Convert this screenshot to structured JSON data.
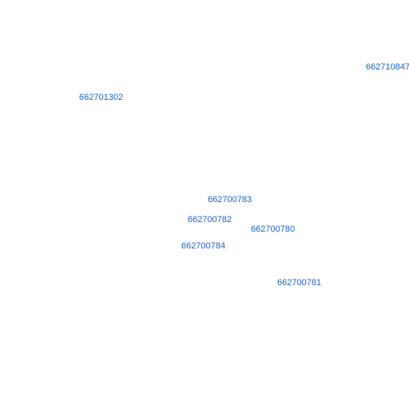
{
  "map": {
    "label_color": "#1a63c6",
    "labels": [
      {
        "text": "662710847"
      },
      {
        "text": "662701302"
      },
      {
        "text": "662700783"
      },
      {
        "text": "662700782"
      },
      {
        "text": "662700780"
      },
      {
        "text": "662700784"
      },
      {
        "text": "662700781"
      }
    ]
  }
}
